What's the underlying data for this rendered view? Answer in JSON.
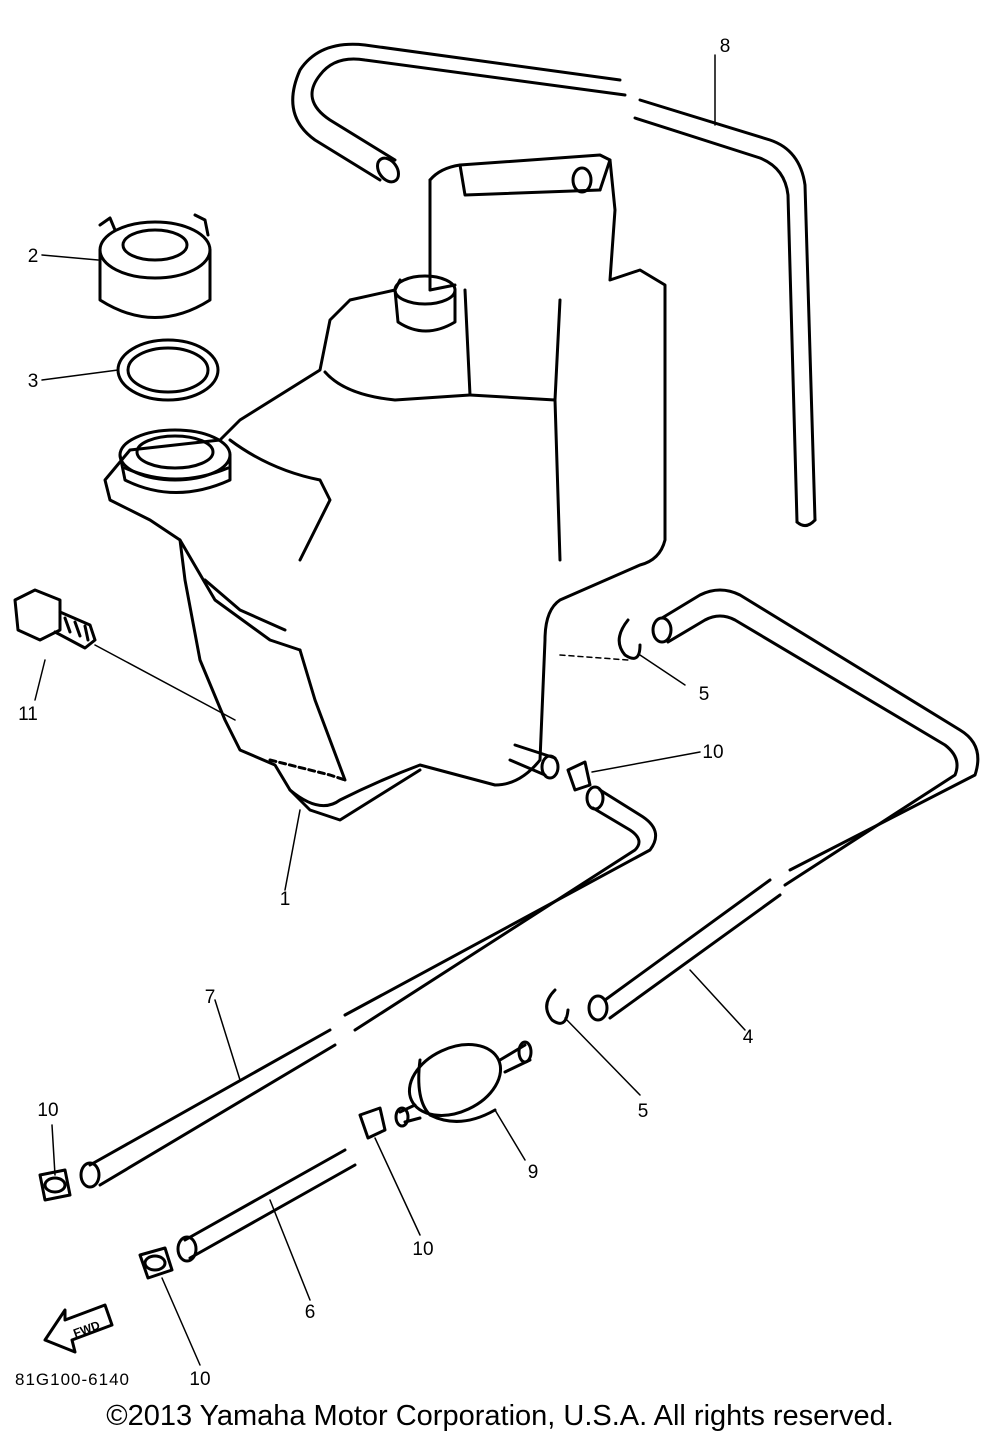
{
  "diagram": {
    "parts": [
      {
        "key": "tank",
        "label": "1"
      },
      {
        "key": "cap",
        "label": "2"
      },
      {
        "key": "gasket",
        "label": "3"
      },
      {
        "key": "hose-4",
        "label": "4"
      },
      {
        "key": "clip-5-upper",
        "label": "5"
      },
      {
        "key": "clip-5-lower",
        "label": "5"
      },
      {
        "key": "hose-6",
        "label": "6"
      },
      {
        "key": "hose-7",
        "label": "7"
      },
      {
        "key": "hose-8",
        "label": "8"
      },
      {
        "key": "fuel-filter",
        "label": "9"
      },
      {
        "key": "clamp-10-tank",
        "label": "10"
      },
      {
        "key": "clamp-10-hose7",
        "label": "10"
      },
      {
        "key": "clamp-10-filter",
        "label": "10"
      },
      {
        "key": "clamp-10-hose6",
        "label": "10"
      },
      {
        "key": "bolt",
        "label": "11"
      }
    ],
    "fwd_label": "FWD",
    "drawing_code": "81G100-6140"
  },
  "footer": {
    "copyright": "©2013 Yamaha Motor Corporation, U.S.A. All rights reserved."
  }
}
